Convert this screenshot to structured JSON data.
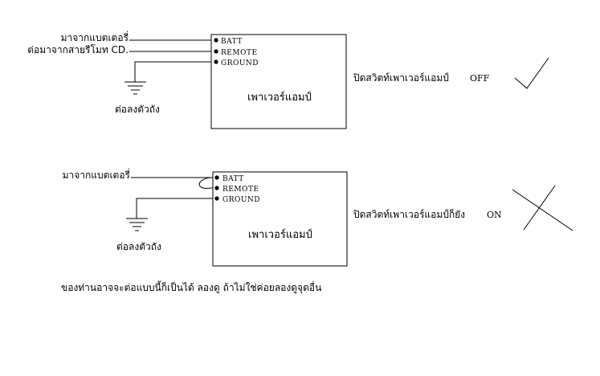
{
  "diagram_top": {
    "label_battery": "มาจากแบตเตอรี่",
    "label_remote": "ต่อมาจากสายรีโมท CD.",
    "label_ground": "ต่อลงตัวถัง",
    "terminal_batt": "BATT",
    "terminal_remote": "REMOTE",
    "terminal_ground": "GROUND",
    "amp_label": "เพาเวอร์แอมป์",
    "caption": "ปิดสวิตท์เพาเวอร์แอมป์",
    "state": "OFF",
    "result_icon": "check-mark-icon"
  },
  "diagram_bottom": {
    "label_battery": "มาจากแบตเตอรี่",
    "label_ground": "ต่อลงตัวถัง",
    "terminal_batt": "BATT",
    "terminal_remote": "REMOTE",
    "terminal_ground": "GROUND",
    "amp_label": "เพาเวอร์แอมป์",
    "caption": "ปิดสวิตท์เพาเวอร์แอมป์ก็ยัง",
    "state": "ON",
    "result_icon": "cross-mark-icon"
  },
  "footer_note": "ของท่านอาจจะต่อแบบนี้ก็เป็นได้  ลองดู ถ้าไม่ใช่ค่อยลองดูจุดอื่น"
}
